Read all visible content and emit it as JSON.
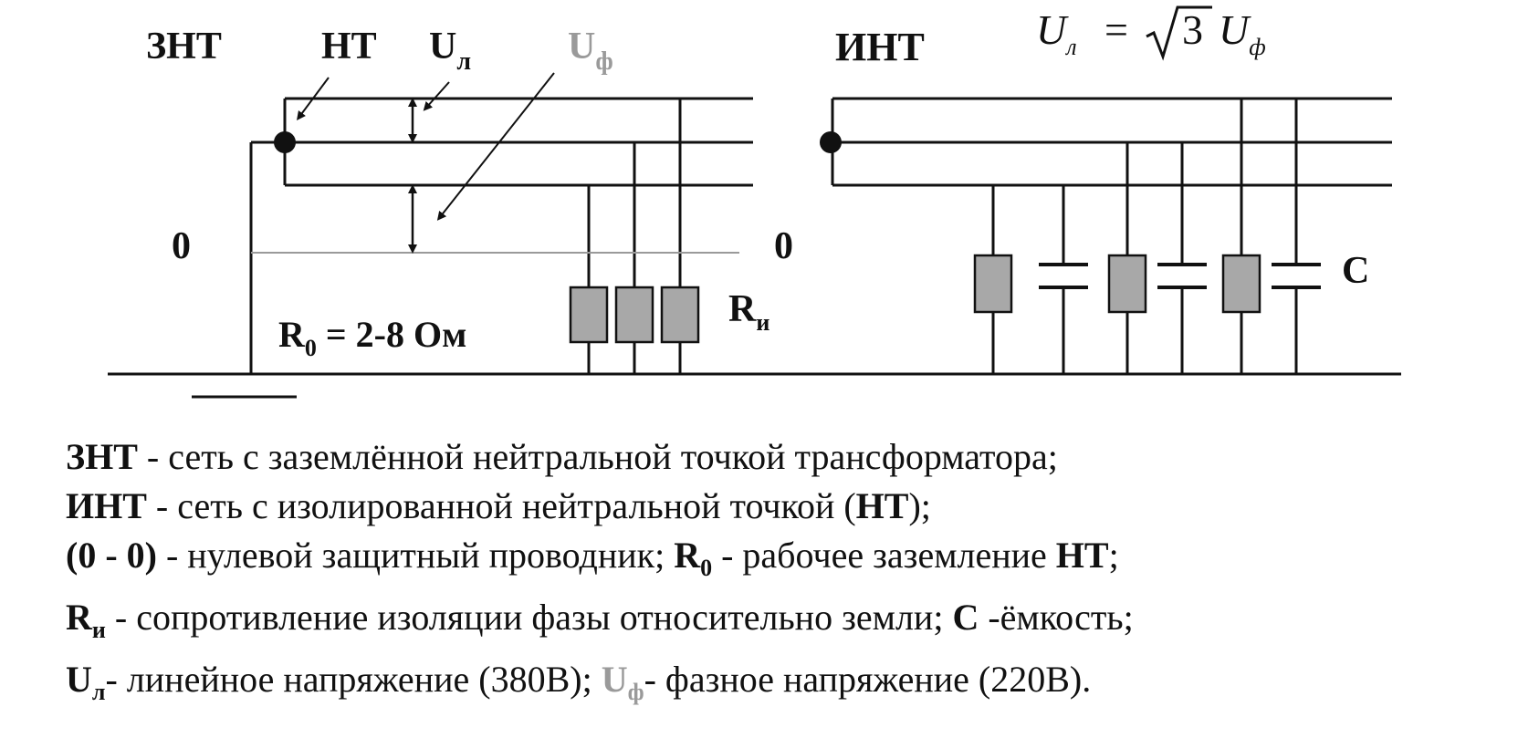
{
  "labels": {
    "znt": "ЗНТ",
    "nt": "НТ",
    "u_l_main": "U",
    "u_l_sub": "л",
    "u_f_main": "U",
    "u_f_sub": "ф",
    "int": "ИНТ",
    "zero_left": "0",
    "zero_right": "0",
    "r0_main": "R",
    "r0_sub": "0",
    "r0_value": " = 2-8 Ом",
    "ri_main": "R",
    "ri_sub": "и",
    "c": "C"
  },
  "formula": {
    "lhs_main": "U",
    "lhs_sub": "л",
    "eq": "=",
    "sqrt_arg": "3",
    "rhs_main": "U",
    "rhs_sub": "ф"
  },
  "legend": [
    {
      "term": "ЗНТ",
      "text": " - сеть с заземлённой нейтральной точкой трансформатора;"
    },
    {
      "term": "ИНТ",
      "text_a": " - сеть с изолированной нейтральной точкой (",
      "term2": "НТ",
      "text_b": ");"
    },
    {
      "term": "(0 - 0)",
      "text_a": "  - нулевой защитный проводник; ",
      "r0_main": "R",
      "r0_sub": "0",
      "text_b": "  - рабочее заземление ",
      "term2": "НТ",
      "text_c": ";"
    },
    {
      "ri_main": "R",
      "ri_sub": "и",
      "text_a": " - сопротивление изоляции фазы относительно земли; ",
      "term2": "C",
      "text_b": " -ёмкость;"
    },
    {
      "ul_main": "U",
      "ul_sub": "л",
      "text_a": "-  линейное напряжение (380В); ",
      "uf_main": "U",
      "uf_sub": "ф",
      "text_b": "- фазное напряжение (220В)."
    }
  ],
  "colors": {
    "line": "#111111",
    "gray_label": "#9a9a9a",
    "resistor_fill": "#a8a8a8",
    "neutral_line": "#9a9a9a"
  }
}
